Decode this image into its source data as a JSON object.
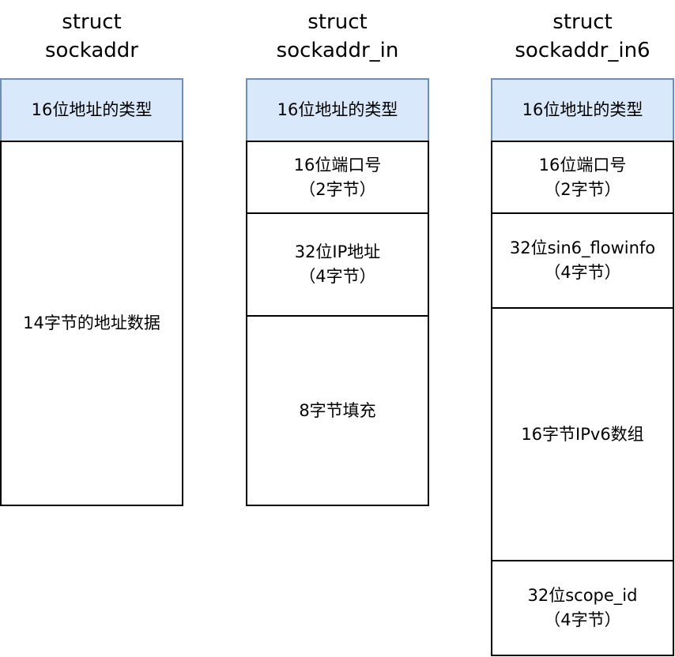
{
  "columns": [
    {
      "title": "struct\nsockaddr",
      "fields": [
        {
          "label": "16位地址的类型",
          "header": true
        },
        {
          "label": "14字节的地址数据",
          "header": false
        }
      ]
    },
    {
      "title": "struct\nsockaddr_in",
      "fields": [
        {
          "label": "16位地址的类型",
          "header": true
        },
        {
          "label": "16位端口号\n（2字节）",
          "header": false
        },
        {
          "label": "32位IP地址\n（4字节）",
          "header": false
        },
        {
          "label": "8字节填充",
          "header": false
        }
      ]
    },
    {
      "title": "struct\nsockaddr_in6",
      "fields": [
        {
          "label": "16位地址的类型",
          "header": true
        },
        {
          "label": "16位端口号\n（2字节）",
          "header": false
        },
        {
          "label": "32位sin6_flowinfo\n（4字节）",
          "header": false
        },
        {
          "label": "16字节IPv6数组",
          "header": false
        },
        {
          "label": "32位scope_id\n（4字节）",
          "header": false
        }
      ]
    }
  ],
  "colors": {
    "header_fill": "#dae8fc",
    "header_stroke": "#6c8ebf",
    "box_stroke": "#000000"
  }
}
